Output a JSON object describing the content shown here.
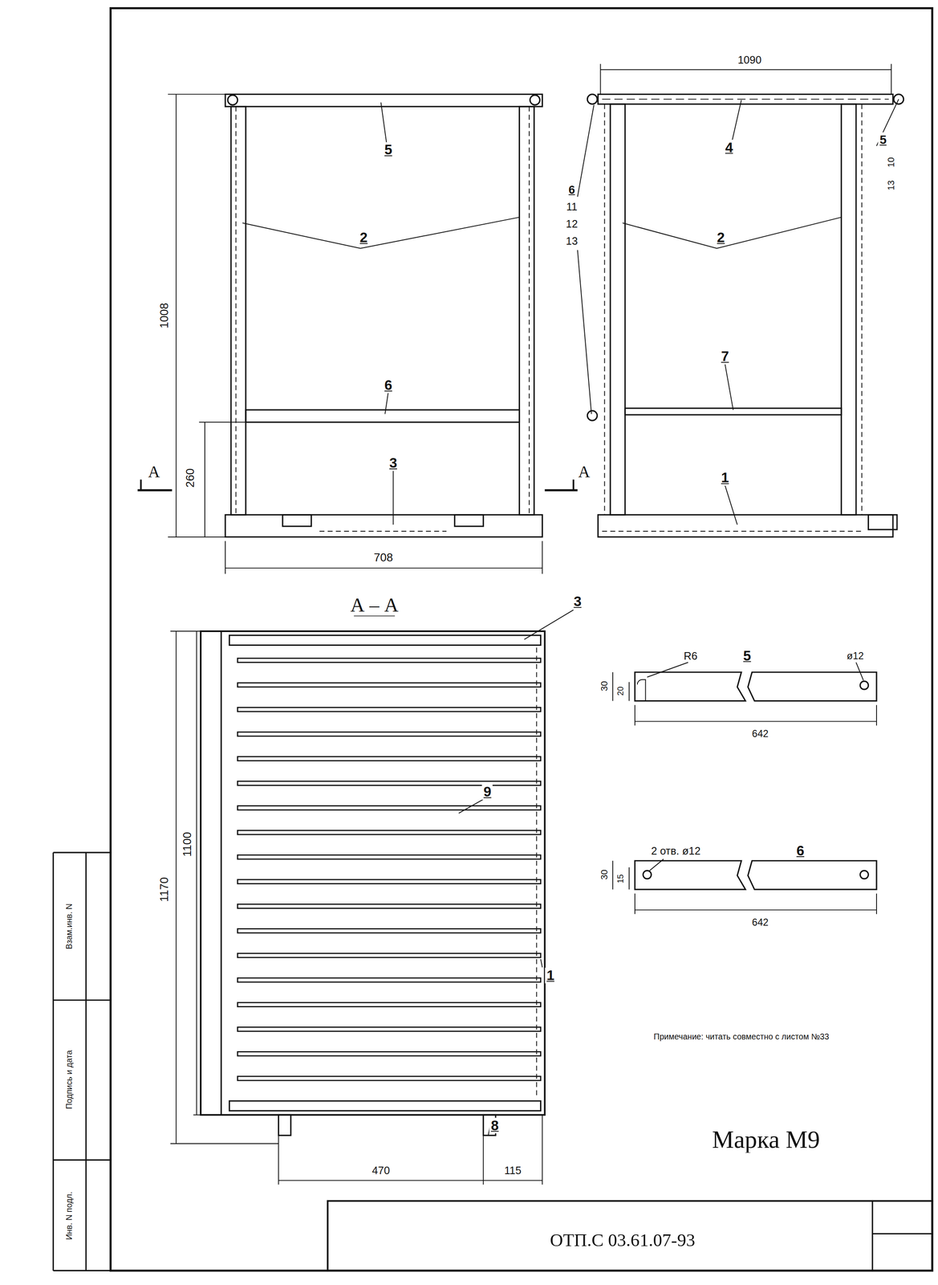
{
  "diagram": {
    "labels": [
      "1008",
      "5",
      "2",
      "6",
      "3",
      "260",
      "A",
      "A",
      "708",
      "1090",
      "4",
      "5",
      "10",
      "13",
      "6",
      "11",
      "12",
      "13",
      "2",
      "7",
      "1",
      "А – А",
      "3",
      "9",
      "1",
      "8",
      "1170",
      "1100",
      "470",
      "115",
      "R6",
      "5",
      "ø12",
      "30",
      "20",
      "642",
      "2 отв. ø12",
      "6",
      "30",
      "15",
      "642",
      "Примечание: читать совместно с листом №33",
      "Марка М9",
      "ОТП.С 03.61.07-93",
      "Взам.инв. N",
      "Подпись и дата",
      "Инв. N подл."
    ]
  }
}
